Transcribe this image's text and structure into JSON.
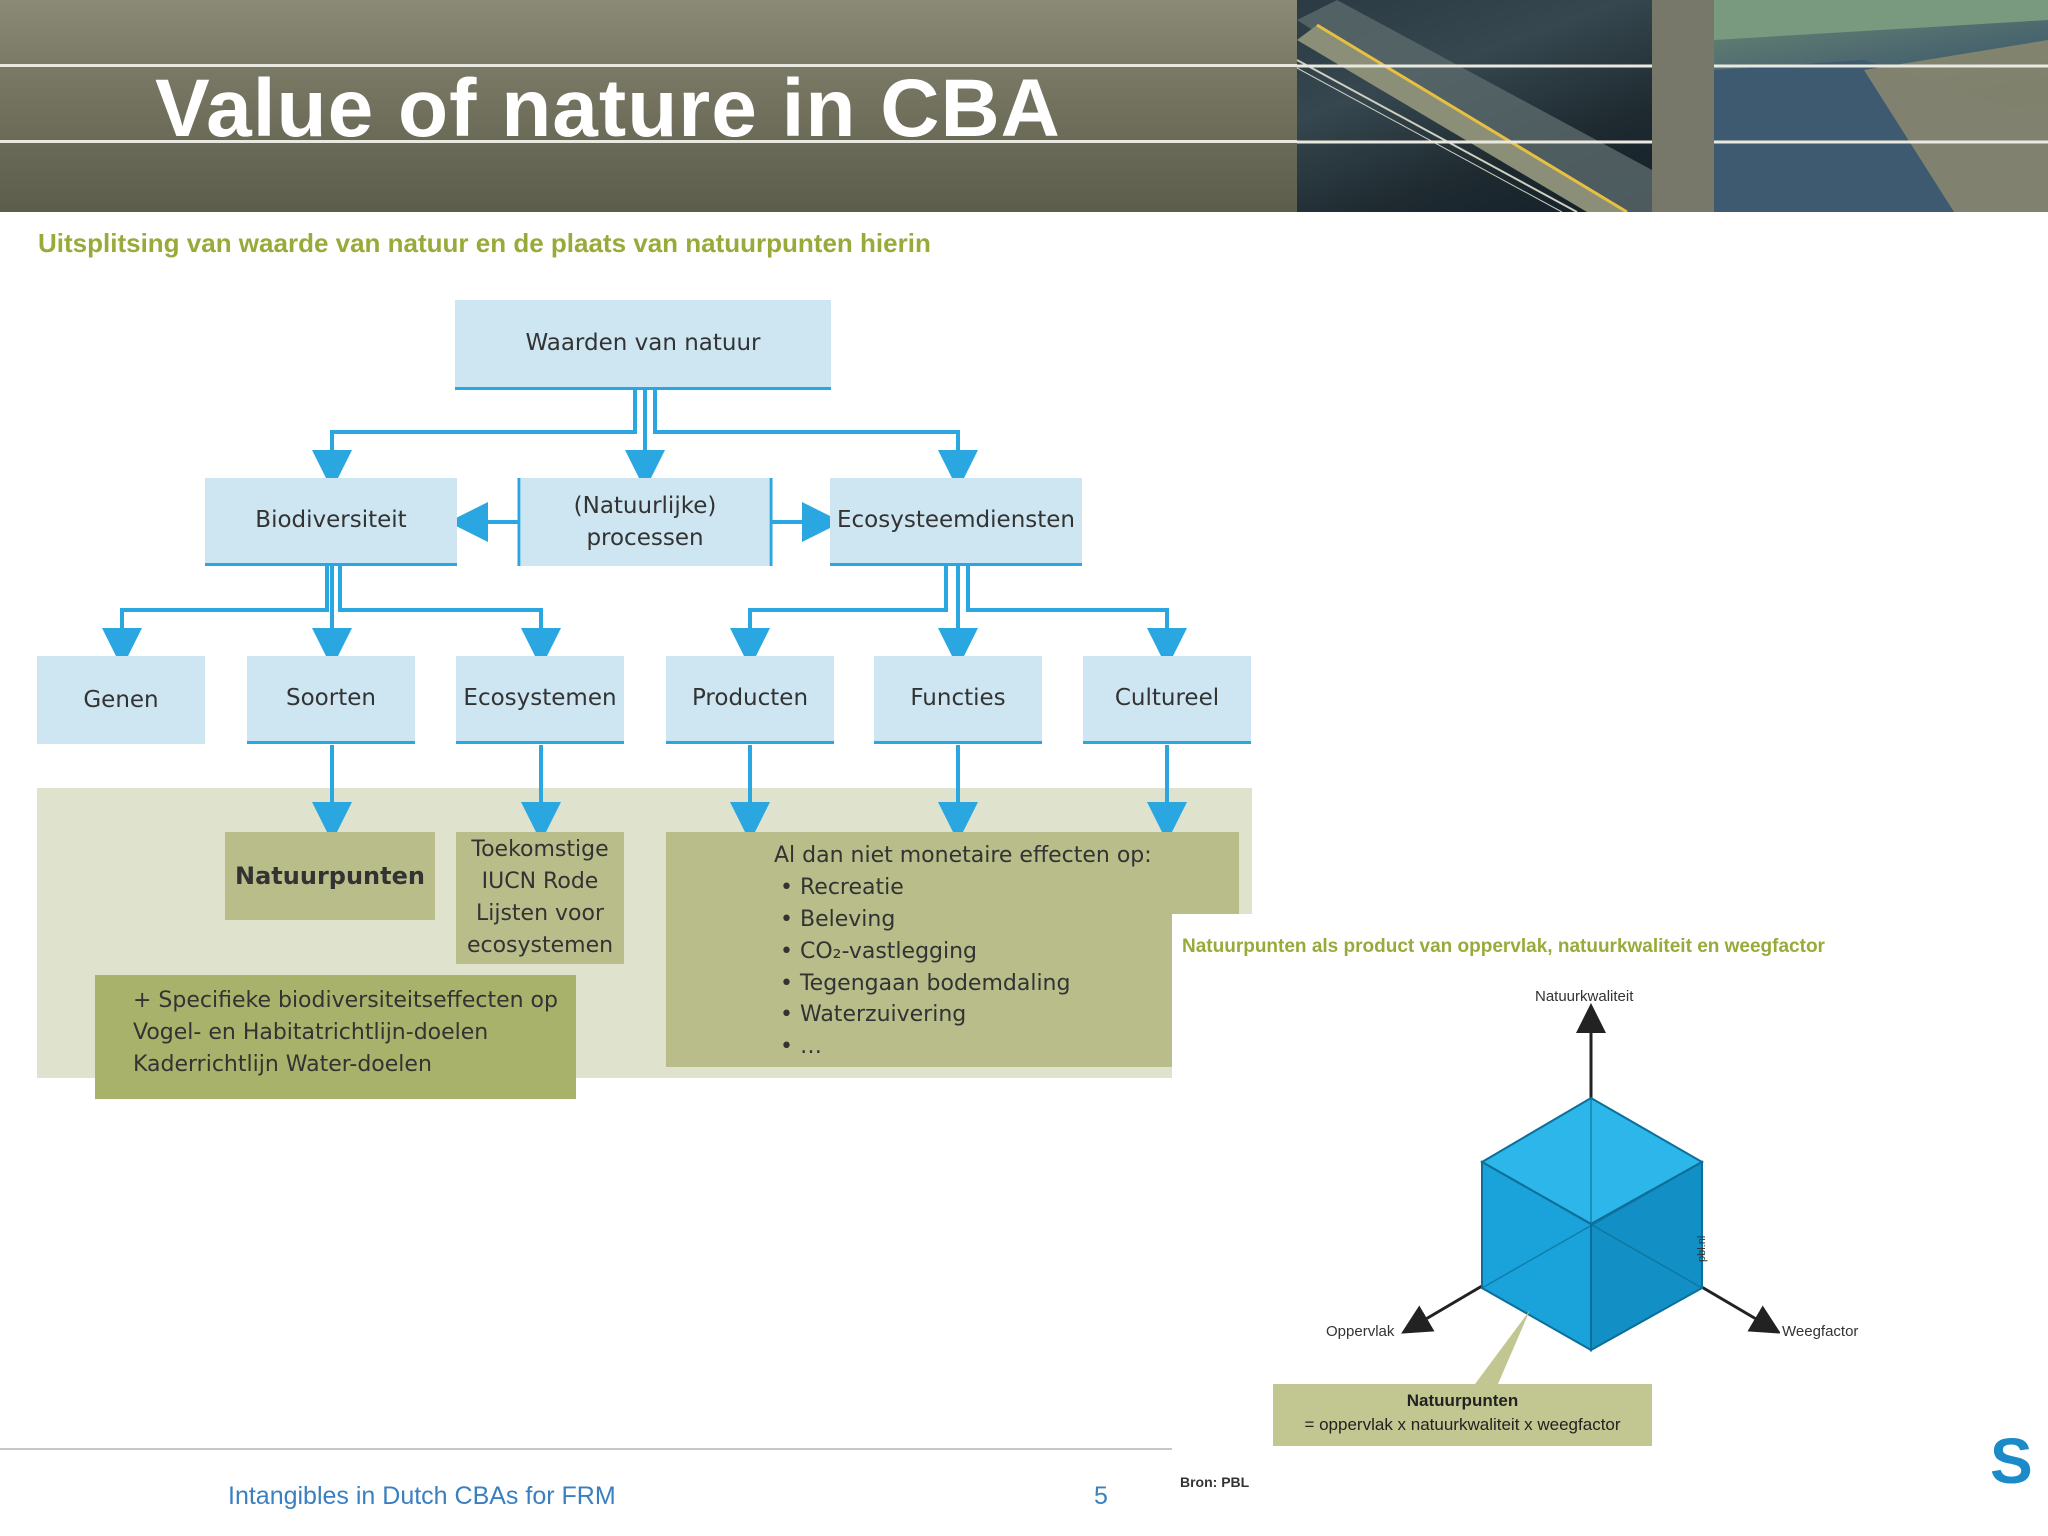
{
  "slide": {
    "title": "Value of nature in CBA",
    "footer": "Intangibles in Dutch CBAs for FRM",
    "page_number": "5",
    "logo": "S"
  },
  "diagram": {
    "subtitle": "Uitsplitsing van waarde van natuur en de plaats van natuurpunten hierin",
    "root": "Waarden van natuur",
    "level1": {
      "left": "Biodiversiteit",
      "center": "(Natuurlijke) processen",
      "right": "Ecosysteemdiensten"
    },
    "level2": [
      "Genen",
      "Soorten",
      "Ecosystemen",
      "Producten",
      "Functies",
      "Cultureel"
    ],
    "natuurpunten": "Natuurpunten",
    "iucn": "Toekomstige IUCN Rode Lijsten voor ecosystemen",
    "effects": {
      "heading": "Al dan niet monetaire effecten op:",
      "items": [
        "Recreatie",
        "Beleving",
        "CO₂-vastlegging",
        "Tegengaan bodemdaling",
        "Waterzuivering",
        "…"
      ]
    },
    "specific": {
      "lines": [
        "+ Specifieke biodiversiteitseffecten op",
        "Vogel- en Habitatrichtlijn-doelen",
        "Kaderrichtlijn Water-doelen"
      ]
    }
  },
  "cube_figure": {
    "title": "Natuurpunten als product van oppervlak, natuurkwaliteit en weegfactor",
    "axis_up": "Natuurkwaliteit",
    "axis_left": "Oppervlak",
    "axis_right": "Weegfactor",
    "side_text": "pbl.nl",
    "box_title": "Natuurpunten",
    "box_formula": "= oppervlak x natuurkwaliteit x weegfactor",
    "source": "Bron: PBL",
    "cube_color": "#1aa8df"
  },
  "colors": {
    "accent_blue": "#2aa6e0",
    "box_blue": "#cde6f2",
    "olive_text": "#9aaa3a",
    "olive_box": "#b8bd8a"
  }
}
